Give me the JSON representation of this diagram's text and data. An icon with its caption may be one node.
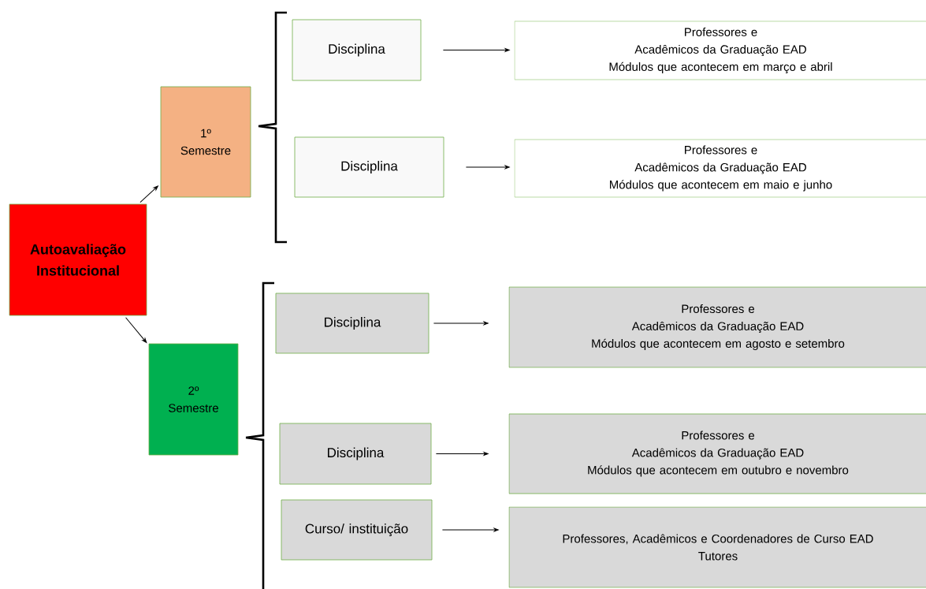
{
  "diagram": {
    "nodes": [
      {
        "text": [
          "Autoavaliação Institucional"
        ]
      },
      {
        "text": [
          "1º Semestre"
        ]
      },
      {
        "text": [
          "2º Semestre"
        ]
      },
      {
        "text": [
          "Disciplina"
        ]
      },
      {
        "text": [
          "Professores e",
          "Acadêmicos da Graduação EAD",
          "Módulos que acontecem em março e abril"
        ]
      },
      {
        "text": [
          "Disciplina"
        ]
      },
      {
        "text": [
          "Professores e",
          "Acadêmicos da Graduação EAD",
          "Módulos que acontecem em maio e junho"
        ]
      },
      {
        "text": [
          "Disciplina"
        ]
      },
      {
        "text": [
          "Professores e",
          "Acadêmicos da Graduação EAD",
          "Módulos que acontecem em agosto e setembro"
        ]
      },
      {
        "text": [
          "Disciplina"
        ]
      },
      {
        "text": [
          "Professores e",
          "Acadêmicos da Graduação EAD",
          "Módulos que acontecem em outubro e novembro"
        ]
      },
      {
        "text": [
          "Curso/ instituição"
        ]
      },
      {
        "text": [
          "Professores, Acadêmicos e Coordenadores de Curso EAD",
          "Tutores"
        ]
      }
    ],
    "edges": [
      {
        "from": 0,
        "to": 1,
        "arrow": "to"
      },
      {
        "from": 0,
        "to": 2,
        "arrow": "to"
      },
      {
        "from": 3,
        "to": 4,
        "arrow": "to"
      },
      {
        "from": 5,
        "to": 6,
        "arrow": "to"
      },
      {
        "from": 7,
        "to": 8,
        "arrow": "to"
      },
      {
        "from": 9,
        "to": 10,
        "arrow": "to"
      },
      {
        "from": 11,
        "to": 12,
        "arrow": "to"
      }
    ]
  }
}
